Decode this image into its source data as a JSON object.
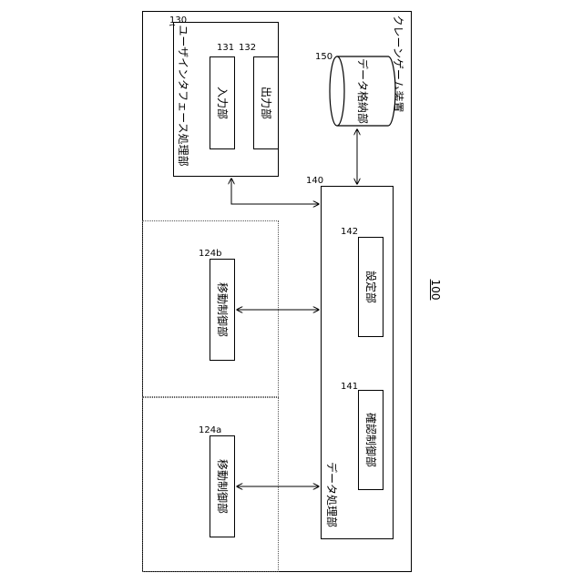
{
  "figure_number": "100",
  "device": {
    "label": "クレーンゲーム装置"
  },
  "ui_unit": {
    "ref": "130",
    "label": "ユーザインタフェース処理部"
  },
  "input_unit": {
    "ref": "131",
    "label": "入力部"
  },
  "output_unit": {
    "ref": "132",
    "label": "出力部"
  },
  "storage": {
    "ref": "150",
    "label": "データ格納部"
  },
  "data_proc": {
    "ref": "140",
    "label": "データ処理部"
  },
  "setting_unit": {
    "ref": "142",
    "label": "設定部"
  },
  "confirm_unit": {
    "ref": "141",
    "label": "確認制御部"
  },
  "move_b": {
    "ref": "124b",
    "label": "移動制御部"
  },
  "move_a": {
    "ref": "124a",
    "label": "移動制御部"
  }
}
